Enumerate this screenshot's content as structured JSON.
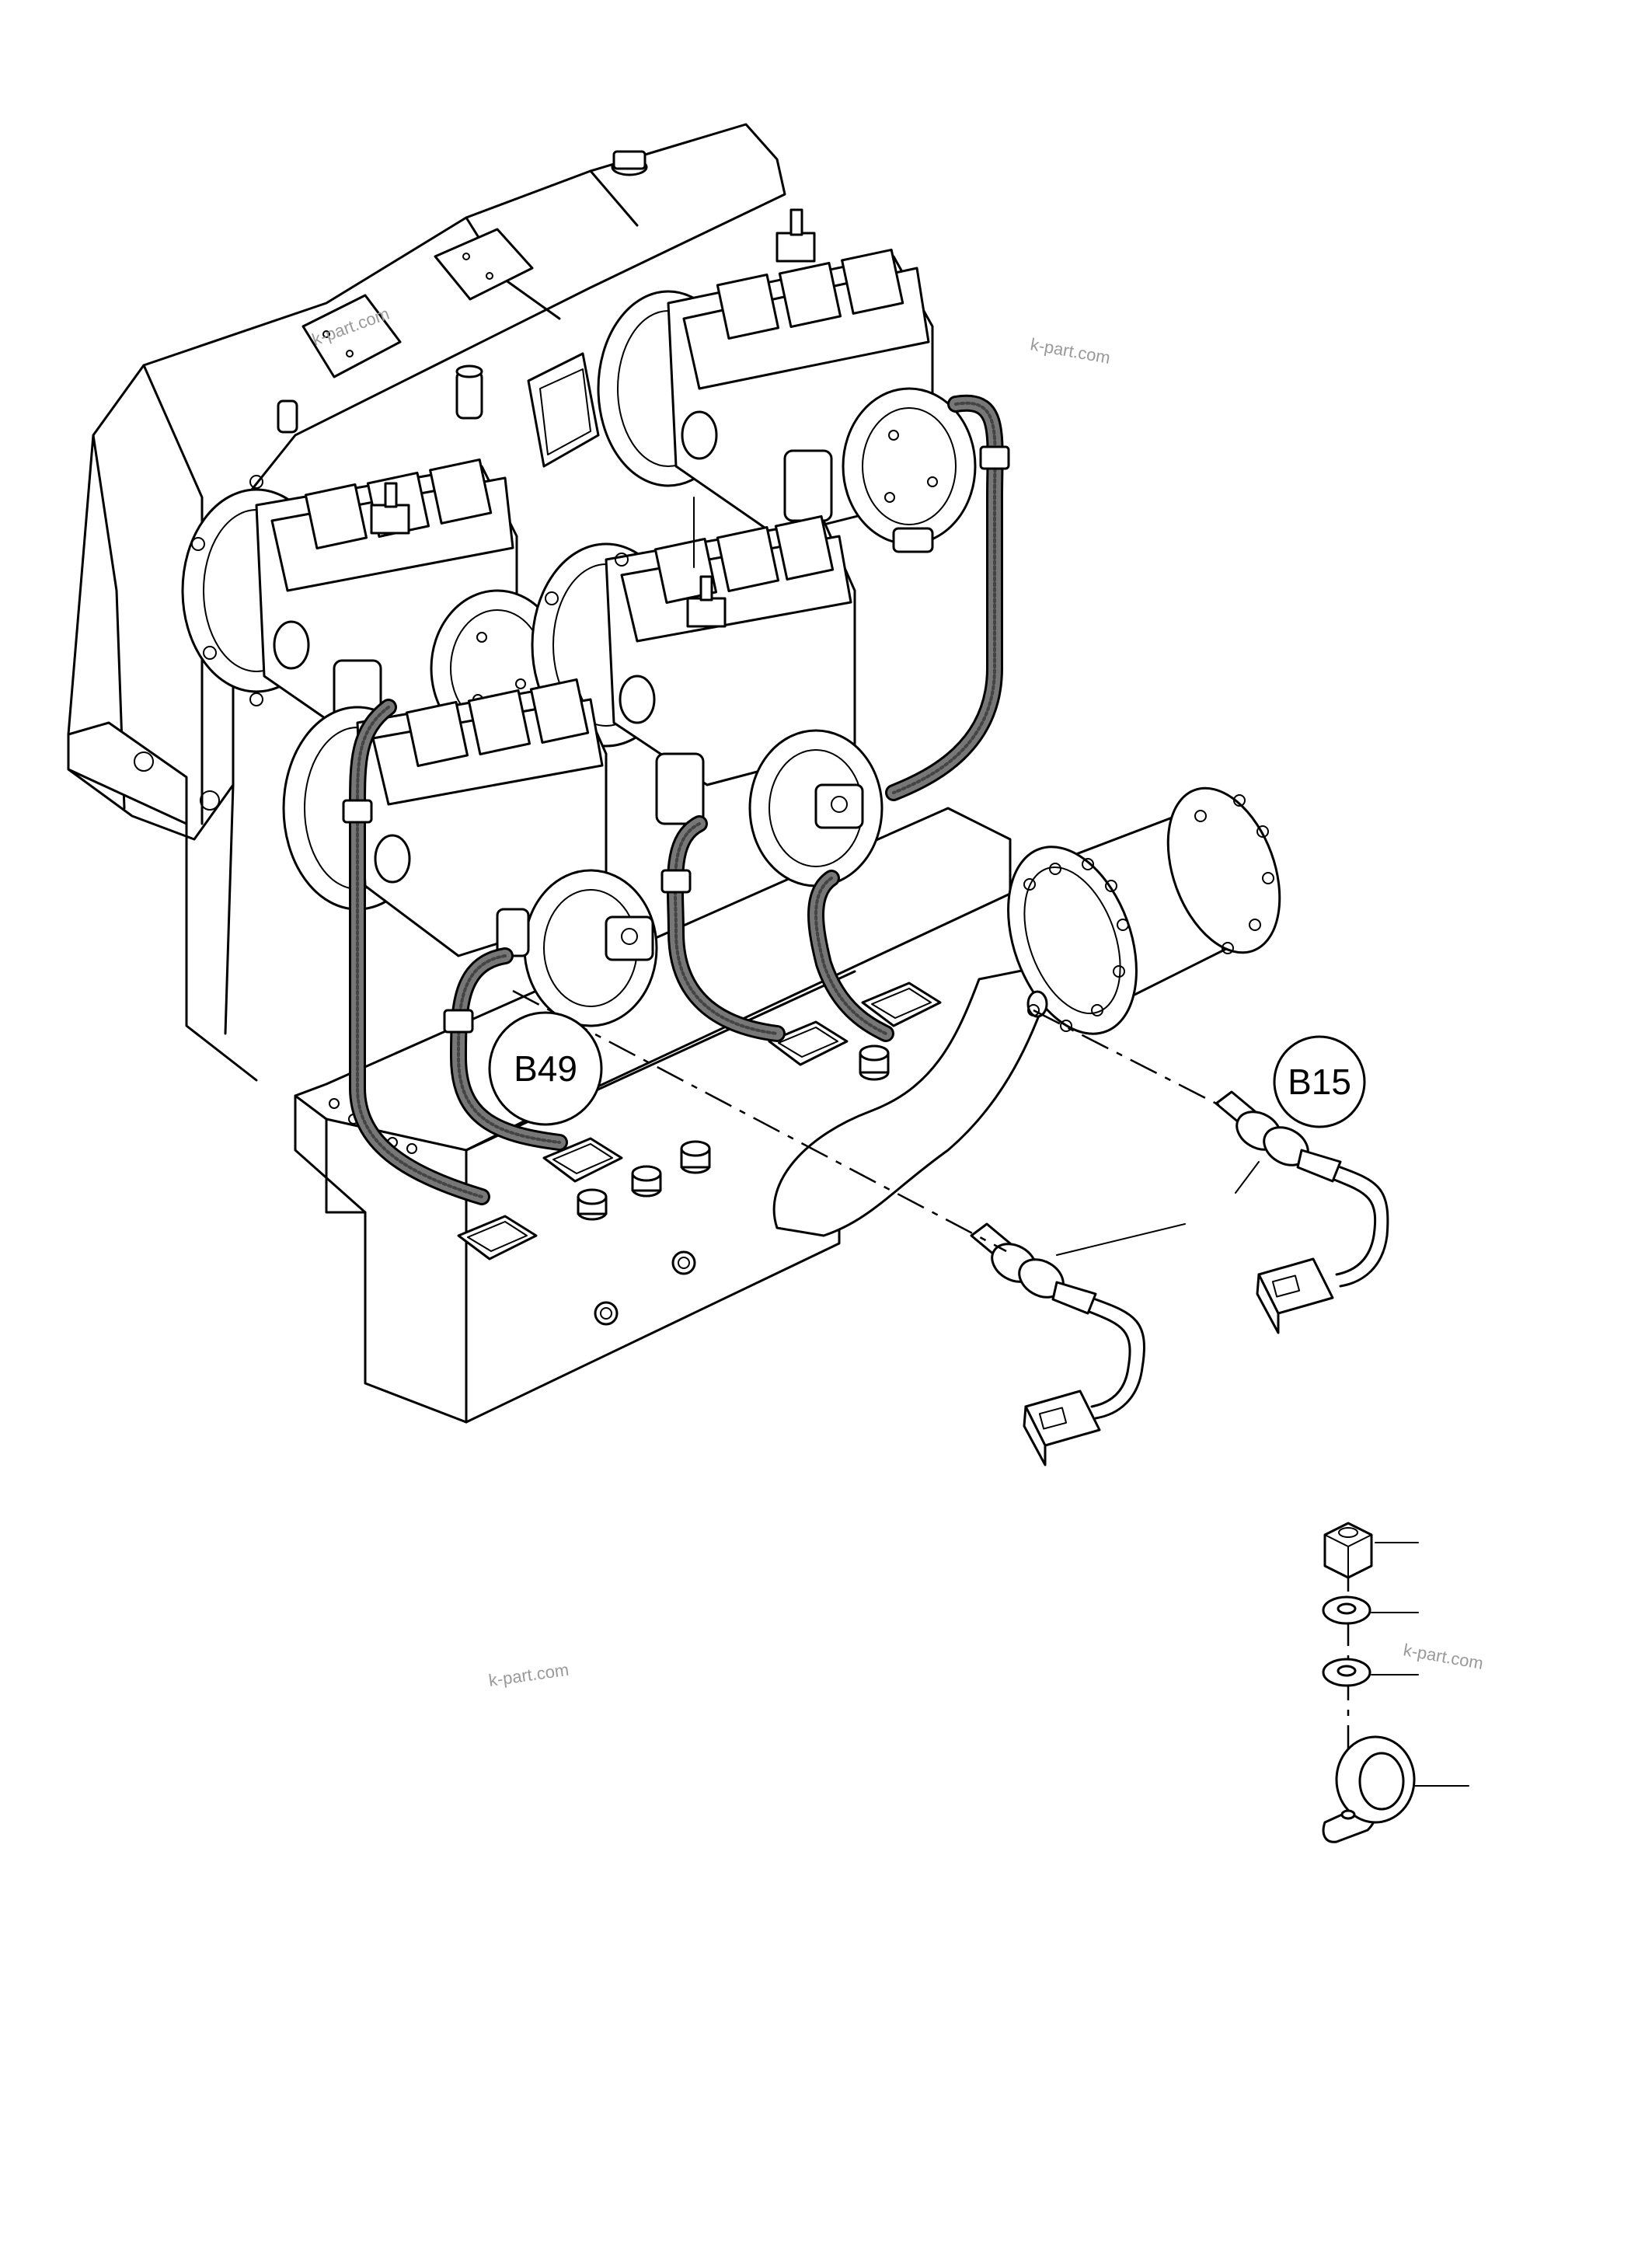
{
  "callouts": {
    "b49": "B49",
    "b15": "B15"
  },
  "watermarks": [
    "k-part.com",
    "k-part.com",
    "k-part.com",
    "k-part.com"
  ],
  "icons": {
    "transmission": "transmission-housing-icon",
    "sensor": "speed-sensor-icon",
    "nut": "hex-nut-icon",
    "washer": "flat-washer-icon",
    "clamp": "hose-clamp-icon"
  },
  "colors": {
    "line": "#000000",
    "background": "#ffffff",
    "watermark": "#9a9a9a"
  }
}
